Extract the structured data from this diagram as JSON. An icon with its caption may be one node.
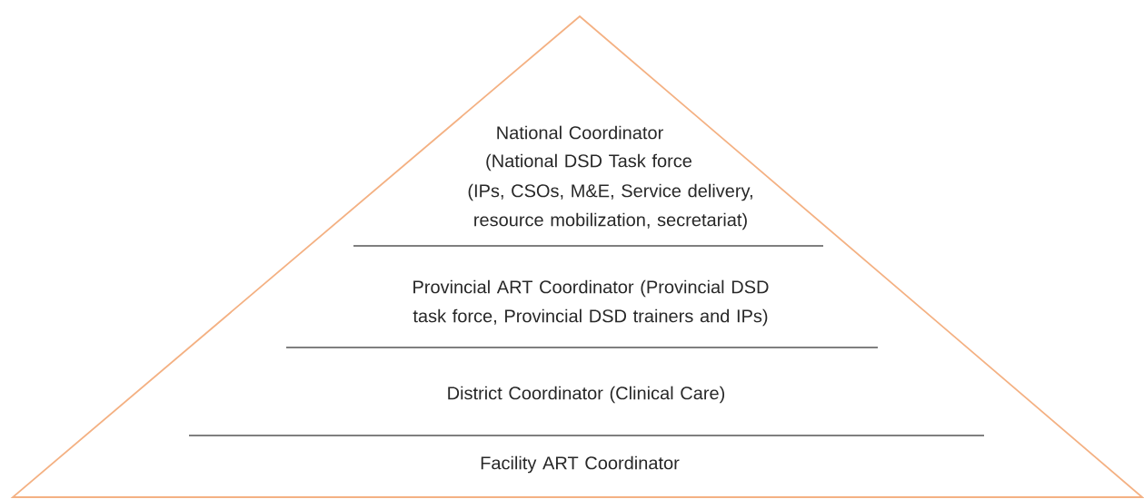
{
  "diagram": {
    "nodes": [
      {
        "text": [
          "National Coordinator",
          "(National DSD Task force",
          "(IPs, CSOs, M&E, Service delivery, resource mobilization, secretariat)",
          "Provincial ART Coordinator (Provincial DSD task force, Provincial DSD trainers and IPs)",
          "District Coordinator (Clinical Care)",
          "Facility ART Coordinator"
        ]
      }
    ]
  }
}
